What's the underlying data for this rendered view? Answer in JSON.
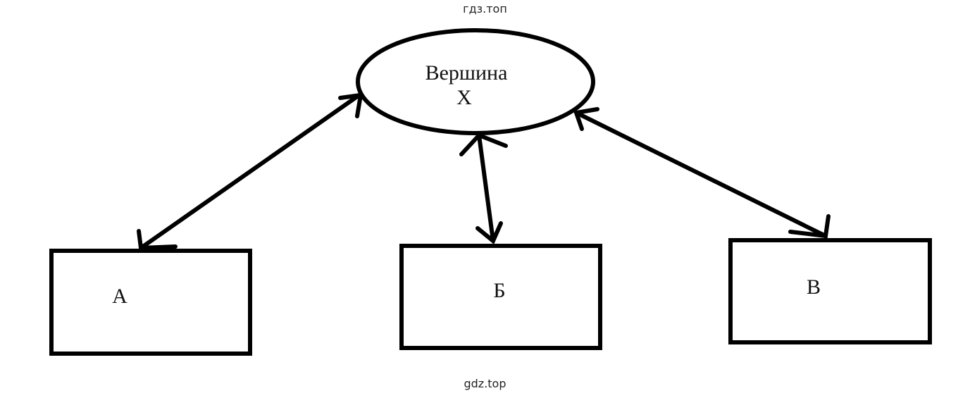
{
  "watermarks": {
    "top": "гдз.топ",
    "bottom": "gdz.top"
  },
  "diagram": {
    "root": {
      "line1": "Вершина",
      "line2": "X"
    },
    "children": [
      {
        "id": "a",
        "label": "А"
      },
      {
        "id": "b",
        "label": "Б"
      },
      {
        "id": "v",
        "label": "В"
      }
    ],
    "connections": [
      {
        "from": "root",
        "to": "a",
        "direction": "both"
      },
      {
        "from": "root",
        "to": "b",
        "direction": "both"
      },
      {
        "from": "root",
        "to": "v",
        "direction": "both"
      }
    ],
    "colors": {
      "stroke": "#000000",
      "background": "#ffffff"
    }
  }
}
